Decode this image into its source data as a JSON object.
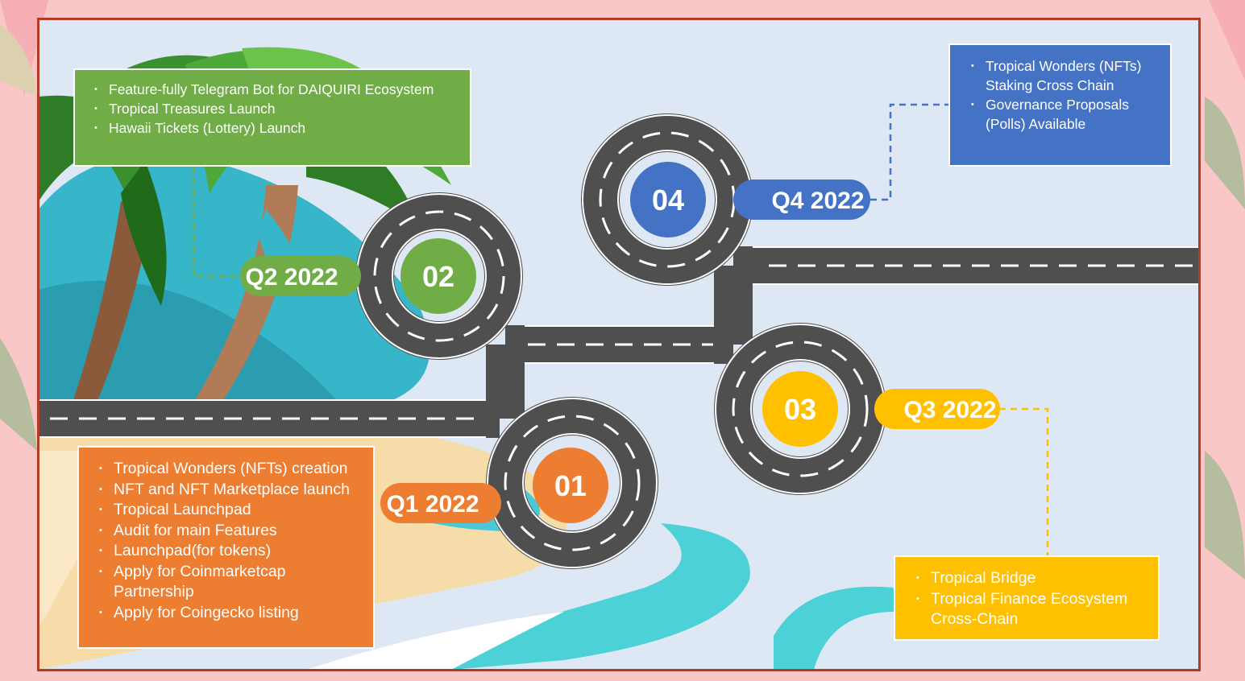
{
  "milestones": [
    {
      "quarter": "Q1 2022",
      "number": "01",
      "color": "#ed7d31",
      "items": [
        "Tropical Wonders (NFTs) creation",
        "NFT and NFT Marketplace launch",
        "Tropical Launchpad",
        "Audit for main Features",
        "Launchpad(for tokens)",
        "Apply for Coinmarketcap Partnership",
        "Apply for Coingecko listing"
      ]
    },
    {
      "quarter": "Q2 2022",
      "number": "02",
      "color": "#70ad47",
      "items": [
        "Feature-fully Telegram Bot for DAIQUIRI Ecosystem",
        "Tropical Treasures Launch",
        "Hawaii Tickets (Lottery) Launch"
      ]
    },
    {
      "quarter": "Q3 2022",
      "number": "03",
      "color": "#ffc000",
      "items": [
        "Tropical Bridge",
        "Tropical Finance Ecosystem Cross-Chain"
      ]
    },
    {
      "quarter": "Q4 2022",
      "number": "04",
      "color": "#4472c4",
      "items": [
        "Tropical Wonders (NFTs) Staking Cross Chain",
        "Governance Proposals (Polls) Available"
      ]
    }
  ],
  "colors": {
    "frame": "#b53a26",
    "panel": "#dee8f4",
    "road": "#4f4f4f",
    "sea": "#4bc8d8",
    "sand": "#f6dca8"
  }
}
